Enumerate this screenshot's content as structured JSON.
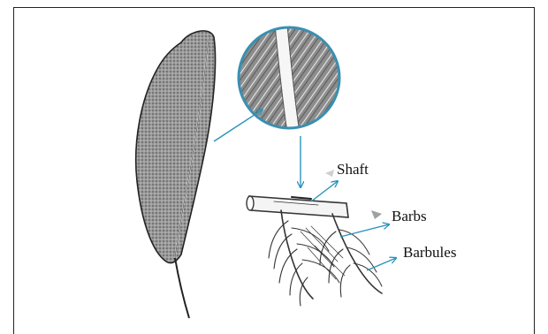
{
  "labels": {
    "shaft": "Shaft",
    "barbs": "Barbs",
    "barbules": "Barbules"
  },
  "colors": {
    "arrow": "#2a93b8",
    "frame": "#222222",
    "ink": "#333333",
    "magnifier_ring": "#3a8fb0"
  }
}
